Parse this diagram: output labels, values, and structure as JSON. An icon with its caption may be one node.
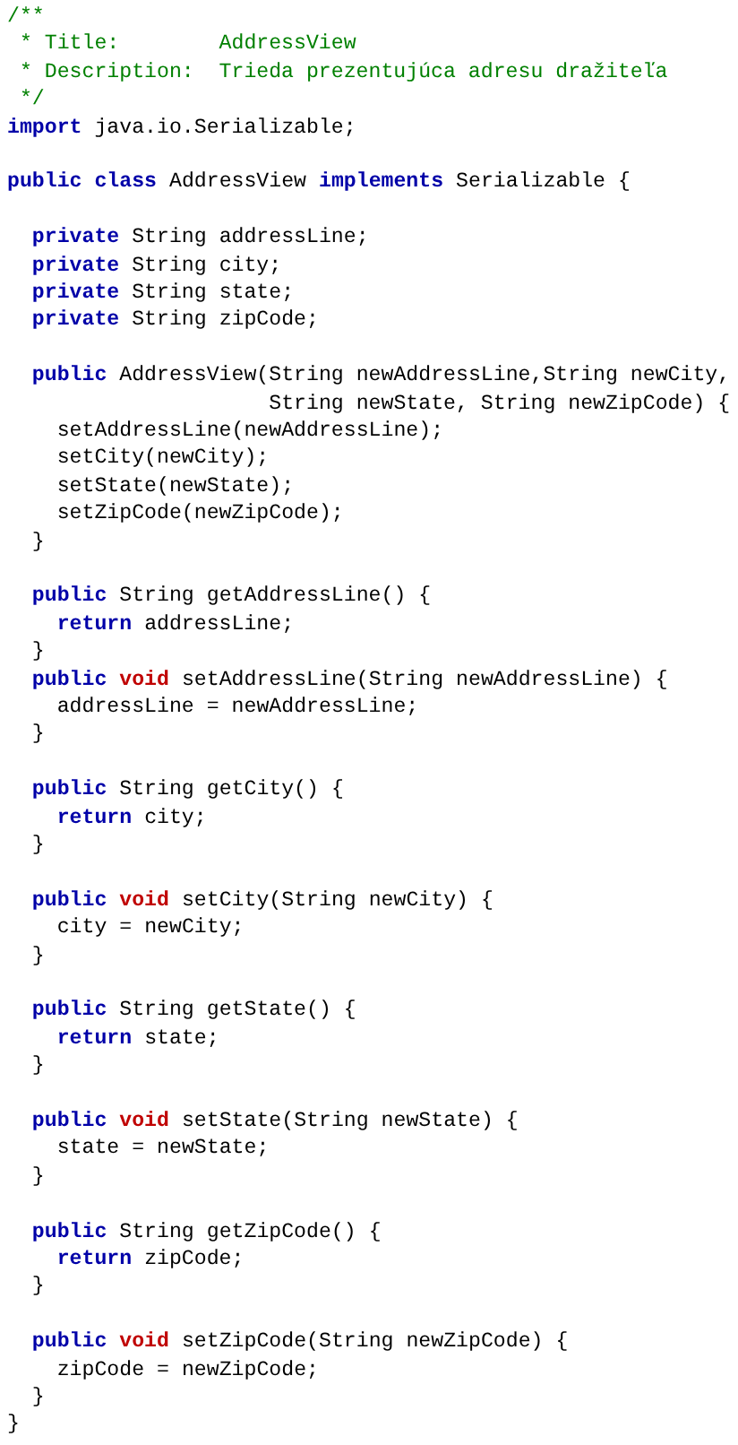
{
  "diagram": {
    "labels": [
      "/**",
      " * Title:        AddressView",
      " * Description:  Trieda prezentujúca adresu dražiteľa",
      " */",
      "import java.io.Serializable;",
      "public class AddressView implements Serializable {",
      "  private String addressLine;",
      "  private String city;",
      "  private String state;",
      "  private String zipCode;",
      "  public AddressView(String newAddressLine,String newCity,",
      "                     String newState, String newZipCode) {",
      "    setAddressLine(newAddressLine);",
      "    setCity(newCity);",
      "    setState(newState);",
      "    setZipCode(newZipCode);",
      "  }",
      "  public String getAddressLine() {",
      "    return addressLine;",
      "  }",
      "  public void setAddressLine(String newAddressLine) {",
      "    addressLine = newAddressLine;",
      "  }",
      "  public String getCity() {",
      "    return city;",
      "  }",
      "  public void setCity(String newCity) {",
      "    city = newCity;",
      "  }",
      "  public String getState() {",
      "    return state;",
      "  }",
      "  public void setState(String newState) {",
      "    state = newState;",
      "  }",
      "  public String getZipCode() {",
      "    return zipCode;",
      "  }",
      "  public void setZipCode(String newZipCode) {",
      "    zipCode = newZipCode;",
      "  }",
      "}"
    ]
  }
}
